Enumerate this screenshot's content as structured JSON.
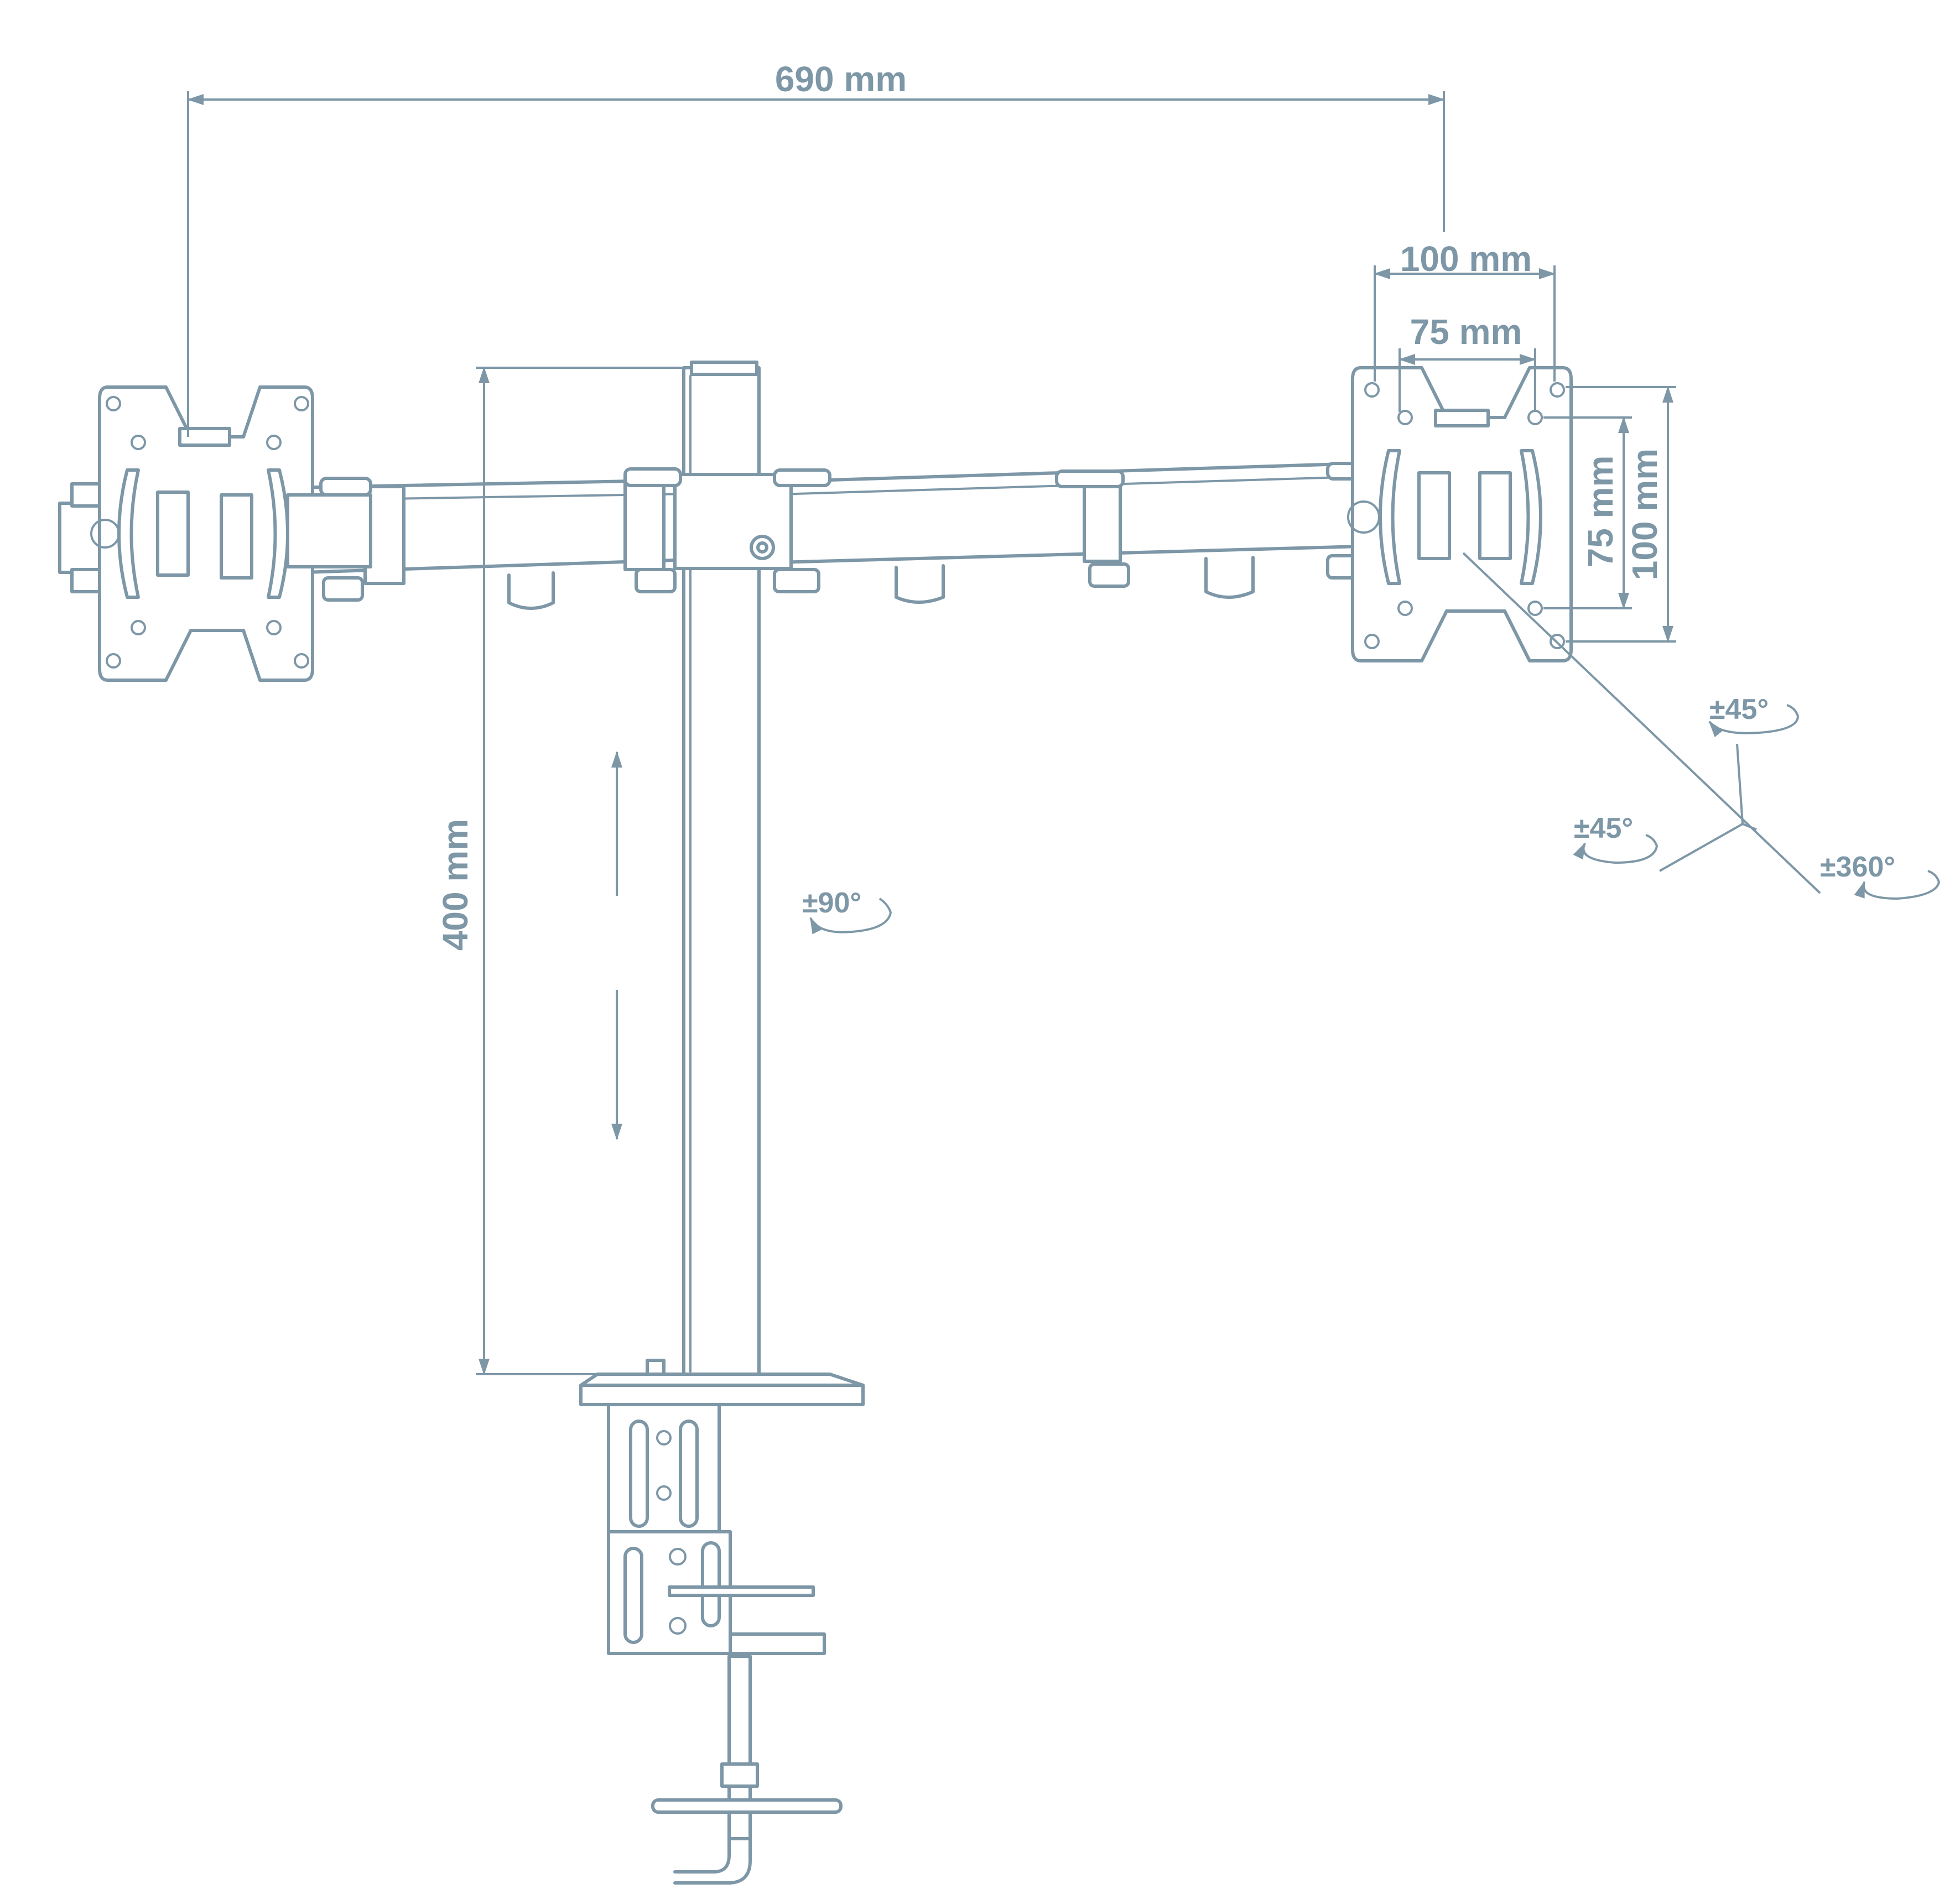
{
  "dimensions": {
    "arm_span": "690 mm",
    "vesa_outer_width": "100 mm",
    "vesa_inner_width": "75 mm",
    "vesa_inner_height": "75 mm",
    "vesa_outer_height": "100 mm",
    "pole_height": "400 mm"
  },
  "rotations": {
    "pole_swivel": "±90°",
    "tilt_vertical": "±45°",
    "swivel_horizontal": "±45°",
    "rotation_plate": "±360°"
  },
  "colors": {
    "line": "#7d97a7",
    "background": "#ffffff"
  }
}
